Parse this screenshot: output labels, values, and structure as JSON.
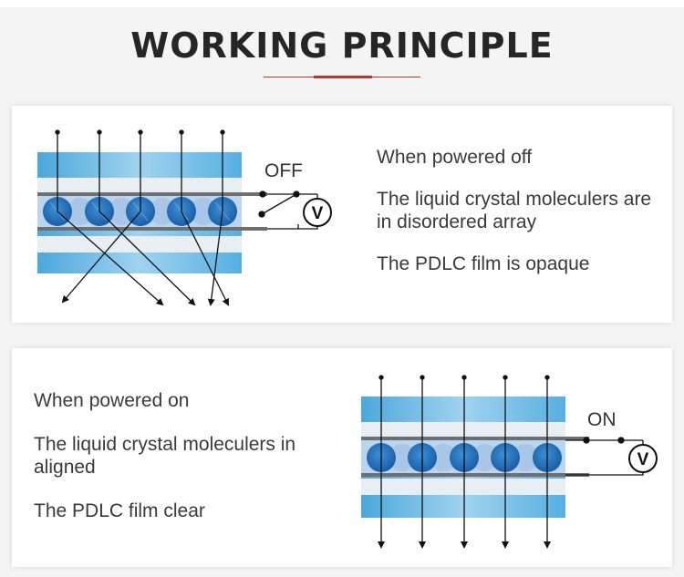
{
  "title": "WORKING PRINCIPLE",
  "off_section": {
    "switch_label": "OFF",
    "meter_label": "V",
    "lines": [
      "When powered off",
      "The liquid crystal moleculers are in disordered array",
      "The PDLC film is opaque"
    ]
  },
  "on_section": {
    "switch_label": "ON",
    "meter_label": "V",
    "lines": [
      "When powered on",
      "The liquid crystal moleculers in aligned",
      "The PDLC film clear"
    ]
  },
  "colors": {
    "accent_red": "#b23a2e",
    "glass_blue": "#5ab6e0",
    "molecule_blue": "#1d6fc0",
    "title_dark": "#262626"
  }
}
